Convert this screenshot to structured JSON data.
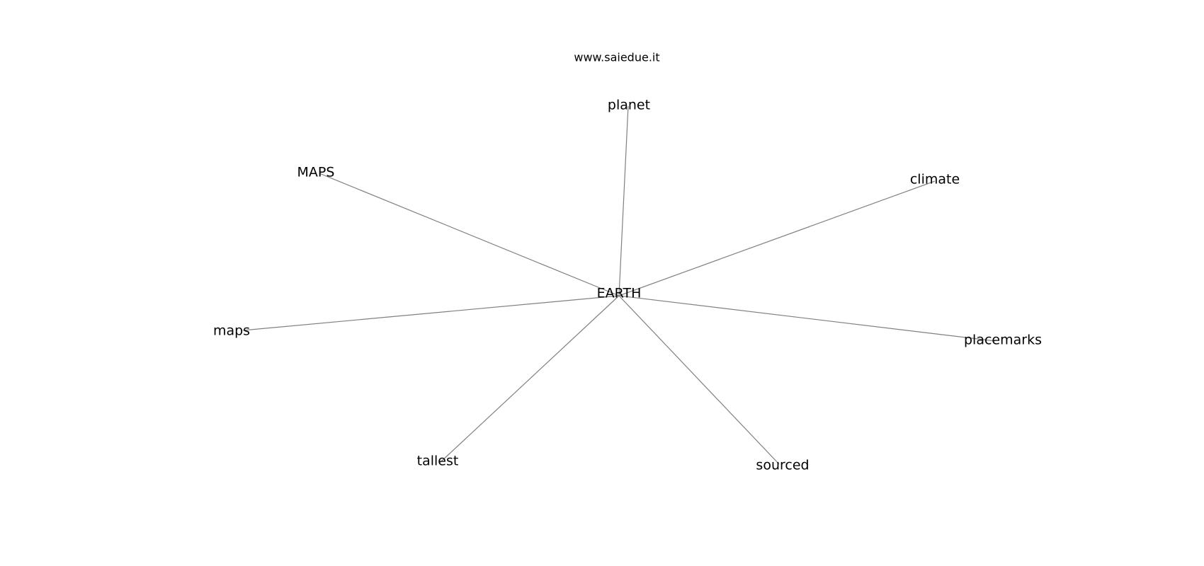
{
  "watermark": "www.saiedue.it",
  "colors": {
    "edge": "#808080",
    "text": "#000000",
    "background": "#ffffff"
  },
  "graph": {
    "center": "EARTH",
    "nodes": [
      "planet",
      "MAPS",
      "climate",
      "maps",
      "placemarks",
      "tallest",
      "sourced"
    ]
  }
}
